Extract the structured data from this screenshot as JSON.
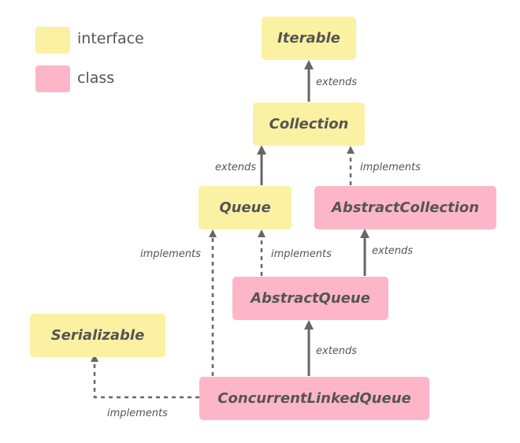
{
  "colors": {
    "interface": "#FBF1A3",
    "class": "#FCB6C8",
    "text": "#555555",
    "arrow": "#666666"
  },
  "legend": {
    "interface_label": "interface",
    "class_label": "class"
  },
  "nodes": {
    "iterable": {
      "label": "Iterable",
      "kind": "interface"
    },
    "collection": {
      "label": "Collection",
      "kind": "interface"
    },
    "queue": {
      "label": "Queue",
      "kind": "interface"
    },
    "abstract_collection": {
      "label": "AbstractCollection",
      "kind": "class"
    },
    "abstract_queue": {
      "label": "AbstractQueue",
      "kind": "class"
    },
    "serializable": {
      "label": "Serializable",
      "kind": "interface"
    },
    "concurrent_linked_queue": {
      "label": "ConcurrentLinkedQueue",
      "kind": "class"
    }
  },
  "edges": {
    "collection_iterable": {
      "label": "extends",
      "style": "solid"
    },
    "queue_collection": {
      "label": "extends",
      "style": "solid"
    },
    "abstractcollection_collection": {
      "label": "implements",
      "style": "dashed"
    },
    "abstractqueue_queue": {
      "label": "implements",
      "style": "dashed"
    },
    "abstractqueue_abstractcollection": {
      "label": "extends",
      "style": "solid"
    },
    "clq_abstractqueue": {
      "label": "extends",
      "style": "solid"
    },
    "clq_queue": {
      "label": "implements",
      "style": "dashed"
    },
    "clq_serializable": {
      "label": "implements",
      "style": "dashed"
    }
  }
}
